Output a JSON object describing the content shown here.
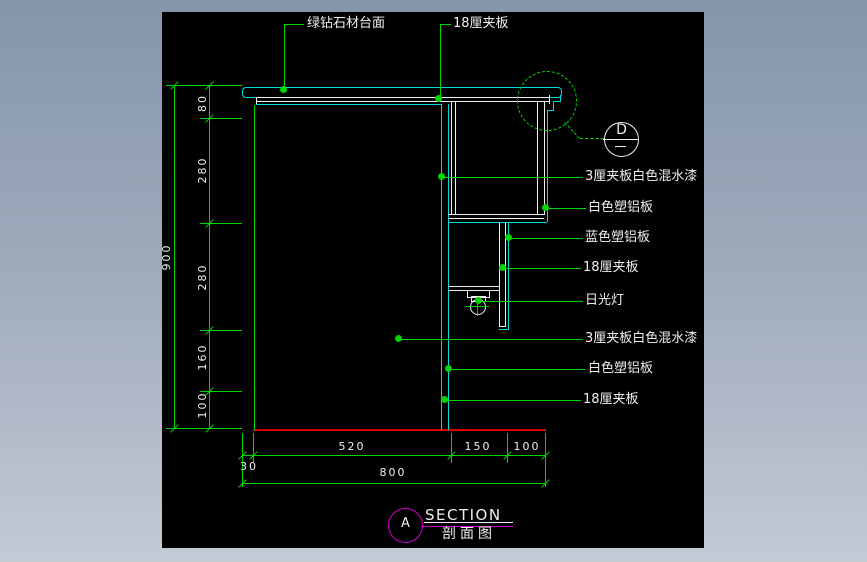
{
  "window": {
    "background_top": "#8595aa",
    "background_bottom": "#c3cad4",
    "canvas_color": "#000000"
  },
  "drawing": {
    "colors": {
      "annotation_green": "#00d400",
      "outline_cyan": "#00dcdc",
      "detail_white": "#efefef",
      "floor_red": "#dd0000",
      "title_magenta": "#cc00cc"
    },
    "callout_labels": {
      "top": [
        {
          "text": "绿钻石材台面"
        },
        {
          "text": "18厘夹板"
        }
      ],
      "right": [
        {
          "text": "3厘夹板白色混水漆"
        },
        {
          "text": "白色塑铝板"
        },
        {
          "text": "蓝色塑铝板"
        },
        {
          "text": "18厘夹板"
        },
        {
          "text": "日光灯"
        },
        {
          "text": "3厘夹板白色混水漆"
        },
        {
          "text": "白色塑铝板"
        },
        {
          "text": "18厘夹板"
        }
      ]
    },
    "dimensions": {
      "vertical_total": "900",
      "vertical_segments": [
        "80",
        "280",
        "280",
        "160",
        "100"
      ],
      "horizontal_segments": [
        "520",
        "150",
        "100"
      ],
      "horizontal_offset": "30",
      "horizontal_total": "800"
    },
    "detail_marker": {
      "letter": "D"
    },
    "view_title": {
      "bubble": "A",
      "name": "SECTION",
      "subtitle": "剖面图"
    }
  }
}
